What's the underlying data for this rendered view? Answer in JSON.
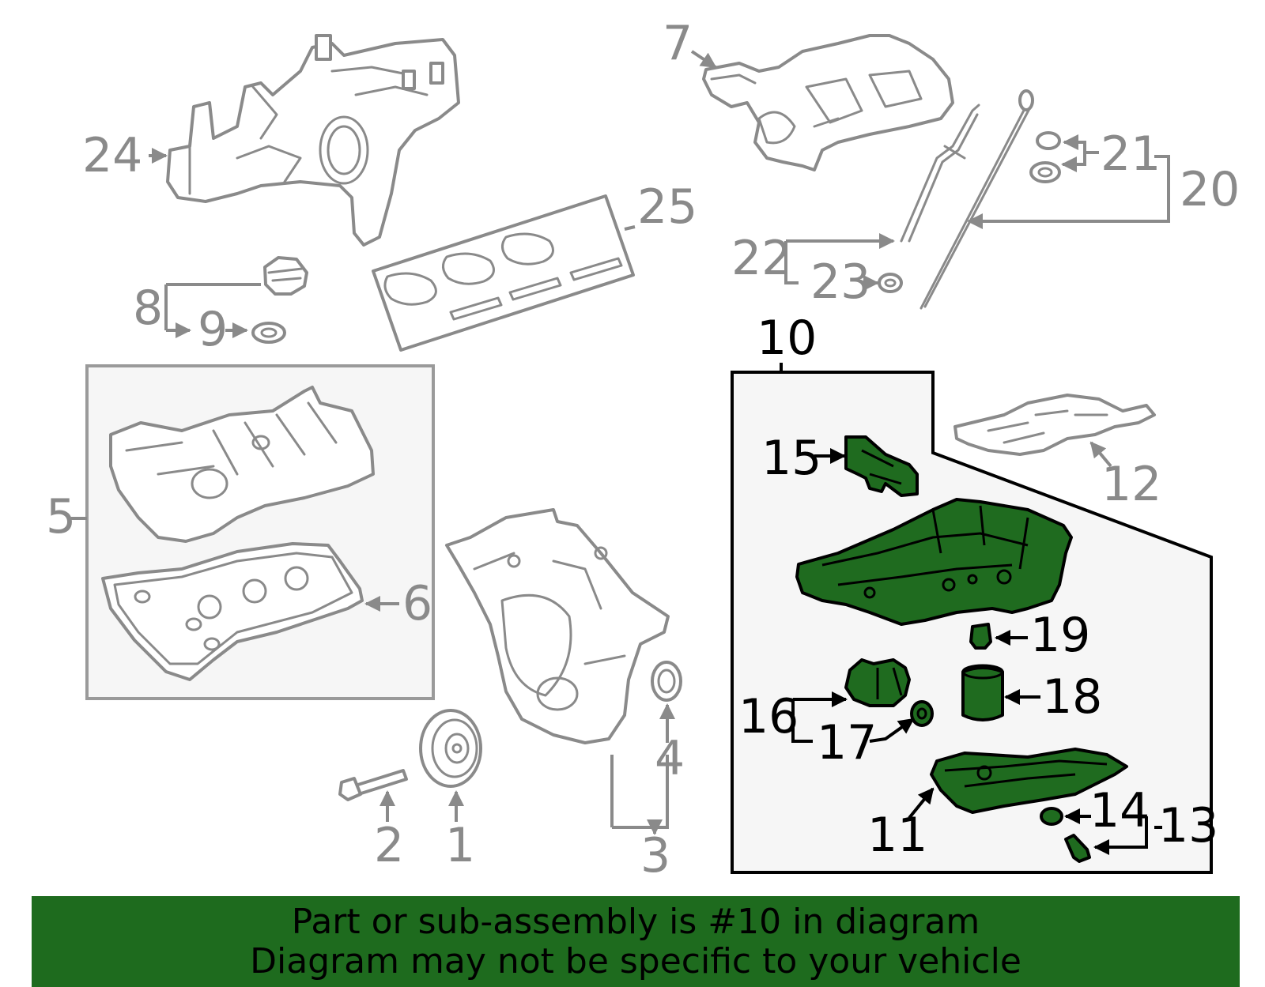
{
  "banner": {
    "line1": "Part or sub-assembly is #10 in diagram",
    "line2": "Diagram may not be specific to your vehicle"
  },
  "colors": {
    "highlight_green": "#1f6b1f",
    "banner_green": "#1e6b1e",
    "unselected_gray": "#8a8a8a"
  },
  "callouts": {
    "c1": "1",
    "c2": "2",
    "c3": "3",
    "c4": "4",
    "c5": "5",
    "c6": "6",
    "c7": "7",
    "c8": "8",
    "c9": "9",
    "c10": "10",
    "c11": "11",
    "c12": "12",
    "c13": "13",
    "c14": "14",
    "c15": "15",
    "c16": "16",
    "c17": "17",
    "c18": "18",
    "c19": "19",
    "c20": "20",
    "c21": "21",
    "c22": "22",
    "c23": "23",
    "c24": "24",
    "c25": "25"
  },
  "selected_part": "10"
}
